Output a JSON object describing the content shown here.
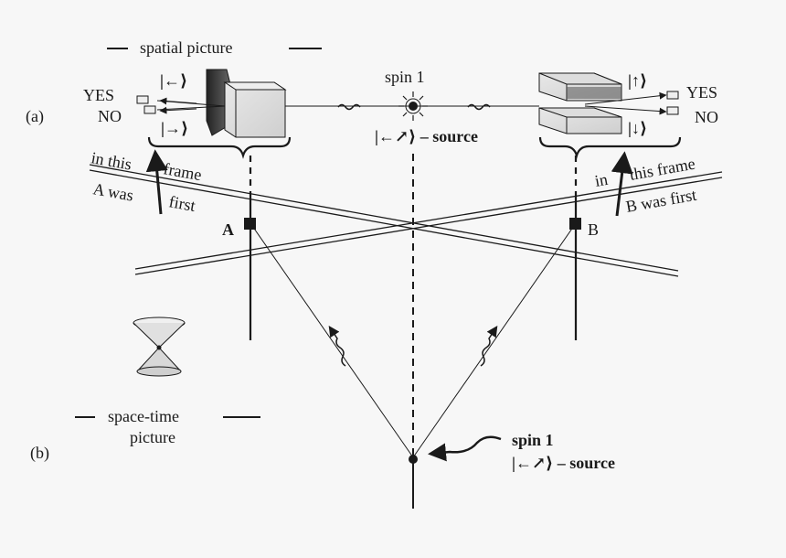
{
  "labels": {
    "panel_a": "(a)",
    "panel_b": "(b)",
    "spatial_picture": "spatial picture",
    "spacetime_line1": "space-time",
    "spacetime_line2": "picture",
    "yes_left": "YES",
    "no_left": "NO",
    "yes_right": "YES",
    "no_right": "NO",
    "ket_left_top": "|←⟩",
    "ket_left_bottom": "|→⟩",
    "ket_right_top": "|↑⟩",
    "ket_right_bottom": "|↓⟩",
    "spin_top": "spin 1",
    "source_top": "|←↗⟩ – source",
    "spin_bottom": "spin 1",
    "source_bottom": "|←↗⟩ – source",
    "frame_left_line1": "in this",
    "frame_left_word": "frame",
    "frame_left_line2": "A was",
    "frame_left_first": "first",
    "frame_right_in": "in",
    "frame_right_line1": "this frame",
    "frame_right_line2": "B was first",
    "event_a": "A",
    "event_b": "B"
  }
}
